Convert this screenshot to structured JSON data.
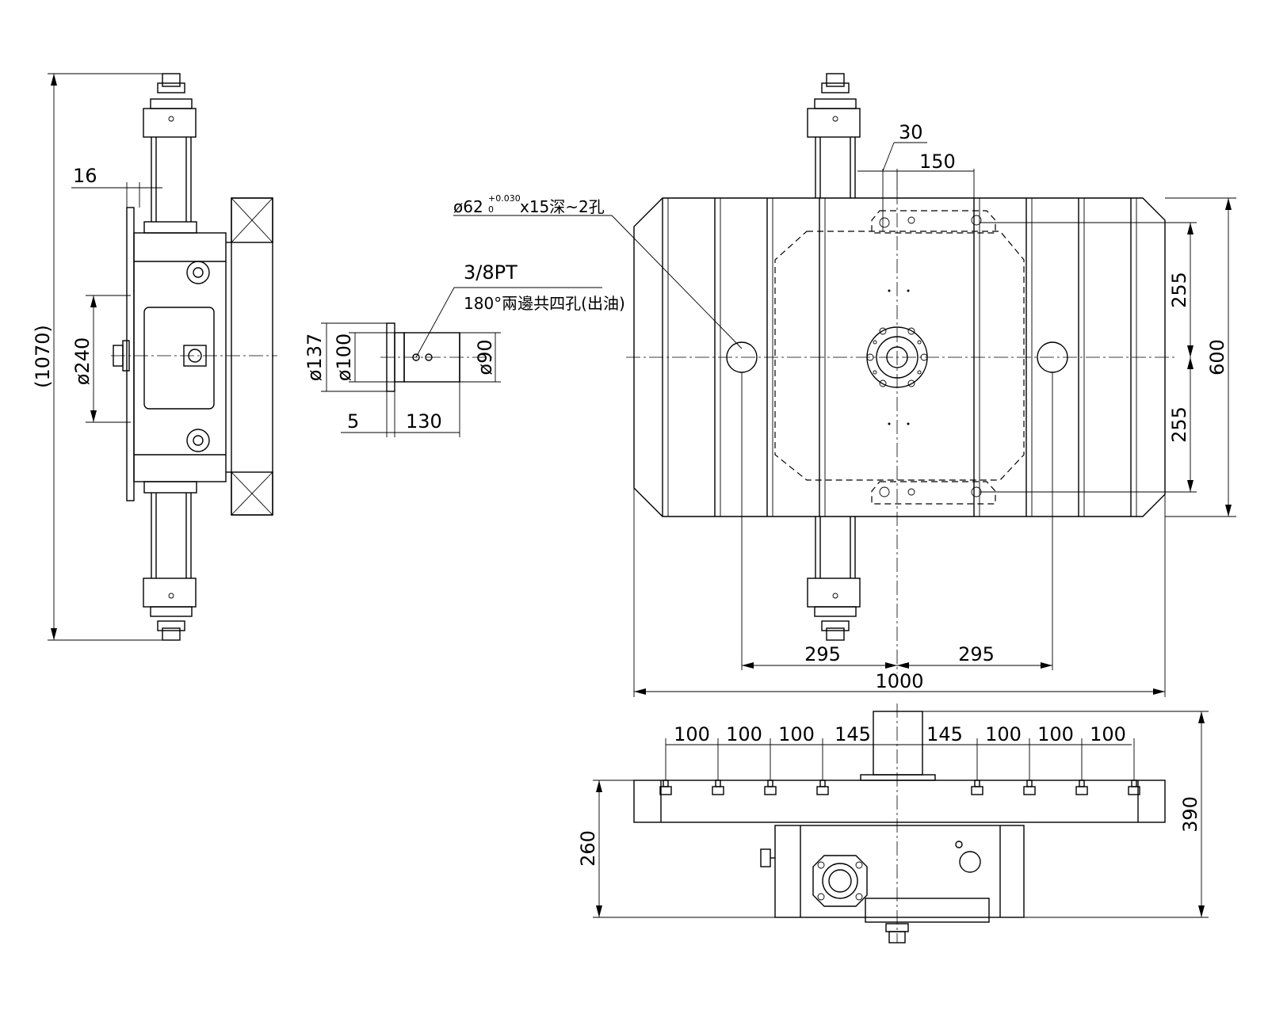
{
  "left_view": {
    "overall_height": "(1070)",
    "gap": "16",
    "bore_dia": "ø240"
  },
  "shaft_detail": {
    "thread": "3/8PT",
    "hole_note": "180°兩邊共四孔(出油)",
    "flange_dia": "ø137",
    "hub_dia": "ø100",
    "shaft_dia": "ø90",
    "flange_thk": "5",
    "length": "130"
  },
  "top_view": {
    "hole_note_main": "ø62",
    "hole_tol": "+0.030",
    "hole_tol2": "0",
    "hole_note_tail": "x15深~2孔",
    "dim_30": "30",
    "dim_150": "150",
    "dim_255_top": "255",
    "dim_255_bottom": "255",
    "dim_600": "600",
    "dim_295_left": "295",
    "dim_295_right": "295",
    "dim_1000": "1000"
  },
  "front_view": {
    "slot_spacings": [
      "100",
      "100",
      "100",
      "145",
      "145",
      "100",
      "100",
      "100"
    ],
    "height_260": "260",
    "height_390": "390"
  }
}
